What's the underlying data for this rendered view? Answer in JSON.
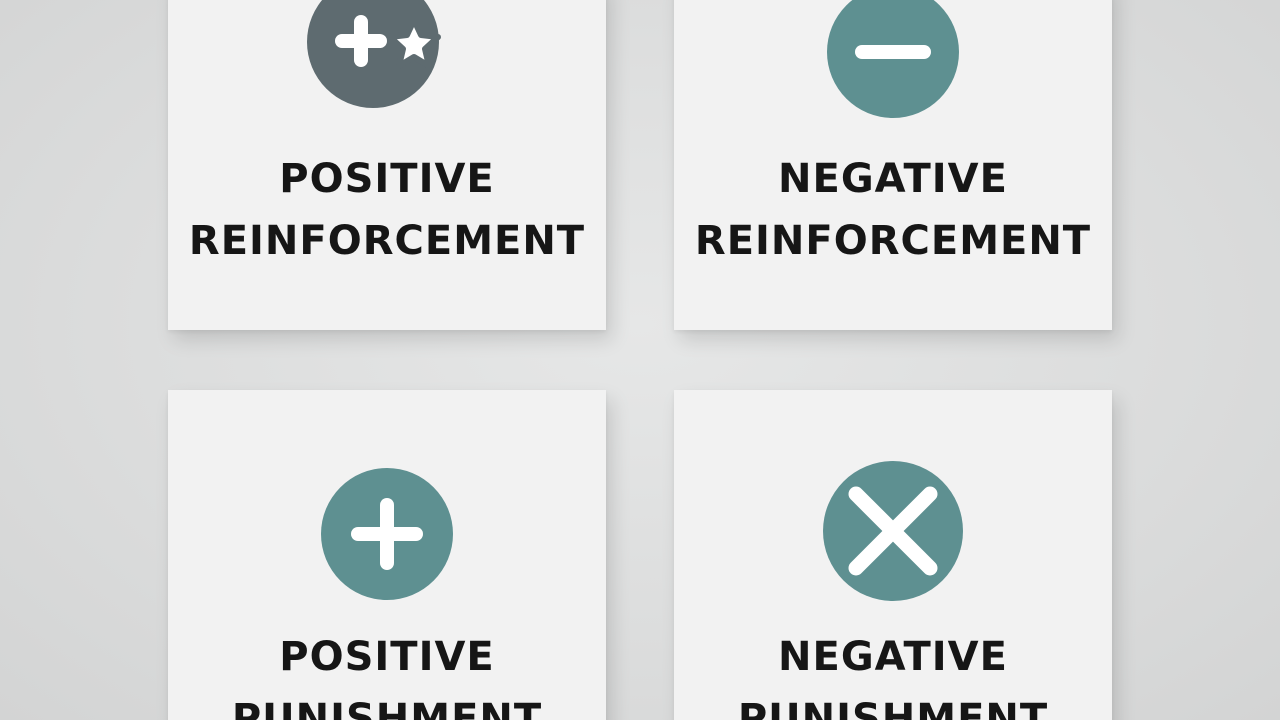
{
  "cards": [
    {
      "id": "positive-reinforcement",
      "line1": "POSITIVE",
      "line2": "REINFORCEMENT",
      "icon": "plus-star-icon",
      "icon_color": "#5e6b70"
    },
    {
      "id": "negative-reinforcement",
      "line1": "NEGATIVE",
      "line2": "REINFORCEMENT",
      "icon": "minus-icon",
      "icon_color": "#5e9091"
    },
    {
      "id": "positive-punishment",
      "line1": "POSITIVE",
      "line2": "PUNISHMENT",
      "icon": "plus-icon",
      "icon_color": "#5e9091"
    },
    {
      "id": "negative-punishment",
      "line1": "NEGATIVE",
      "line2": "PUNISHMENT",
      "icon": "x-icon",
      "icon_color": "#5e9091"
    }
  ]
}
